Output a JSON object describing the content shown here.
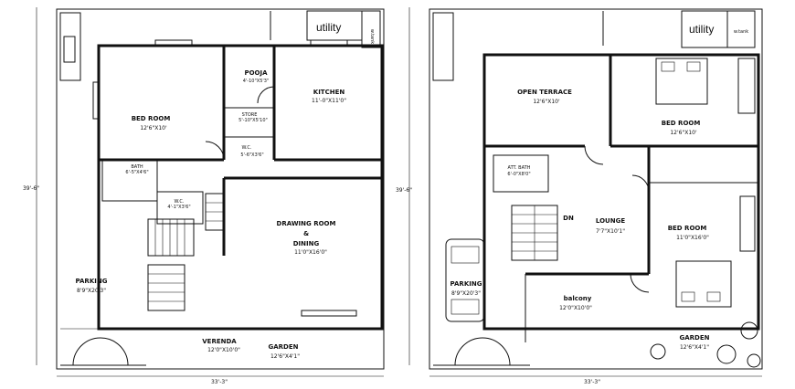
{
  "ground_floor": {
    "rooms": {
      "bedroom": {
        "name": "BED ROOM",
        "dim": "12'6\"X10'"
      },
      "pooja": {
        "name": "POOJA",
        "dim": "4'-10\"X5'3\""
      },
      "store": {
        "name": "STORE",
        "dim": "5'-10\"X5'10\""
      },
      "wc": {
        "name": "W.C.",
        "dim": "5'-6\"X3'6\""
      },
      "kitchen": {
        "name": "KITCHEN",
        "dim": "11'-0\"X11'0\""
      },
      "bath": {
        "name": "BATH",
        "dim": "6'-5\"X4'6\""
      },
      "wc2": {
        "name": "W.C.",
        "dim": "4'-1\"X3'6\""
      },
      "drawing": {
        "name": "DRAWING ROOM",
        "amp": "&",
        "name2": "DINING",
        "dim": "11'0\"X16'0\""
      },
      "parking": {
        "name": "PARKING",
        "dim": "8'9\"X20'3\""
      },
      "veranda": {
        "name": "VERENDA",
        "dim": "12'0\"X10'0\""
      },
      "garden": {
        "name": "GARDEN",
        "dim": "12'6\"X4'1\""
      }
    },
    "utility": "utility",
    "wtank": "w.tank",
    "height_dim": "39'-6\"",
    "width_dim": "33'-3\""
  },
  "first_floor": {
    "rooms": {
      "terrace": {
        "name": "OPEN TERRACE",
        "dim": "12'6\"X10'"
      },
      "bedroom1": {
        "name": "BED ROOM",
        "dim": "12'6\"X10'"
      },
      "attbath": {
        "name": "ATT. BATH",
        "dim": "6'-0\"X8'0\""
      },
      "dn": {
        "name": "DN"
      },
      "lounge": {
        "name": "LOUNGE",
        "dim": "7'7\"X10'1\""
      },
      "bedroom2": {
        "name": "BED ROOM",
        "dim": "11'0\"X16'0\""
      },
      "parking": {
        "name": "PARKING",
        "dim": "8'9\"X20'3\""
      },
      "balcony": {
        "name": "balcony",
        "dim": "12'0\"X10'0\""
      },
      "garden": {
        "name": "GARDEN",
        "dim": "12'6\"X4'1\""
      }
    },
    "utility": "utility",
    "wtank": "w.tank",
    "height_dim": "39'-6\"",
    "width_dim": "33'-3\""
  }
}
